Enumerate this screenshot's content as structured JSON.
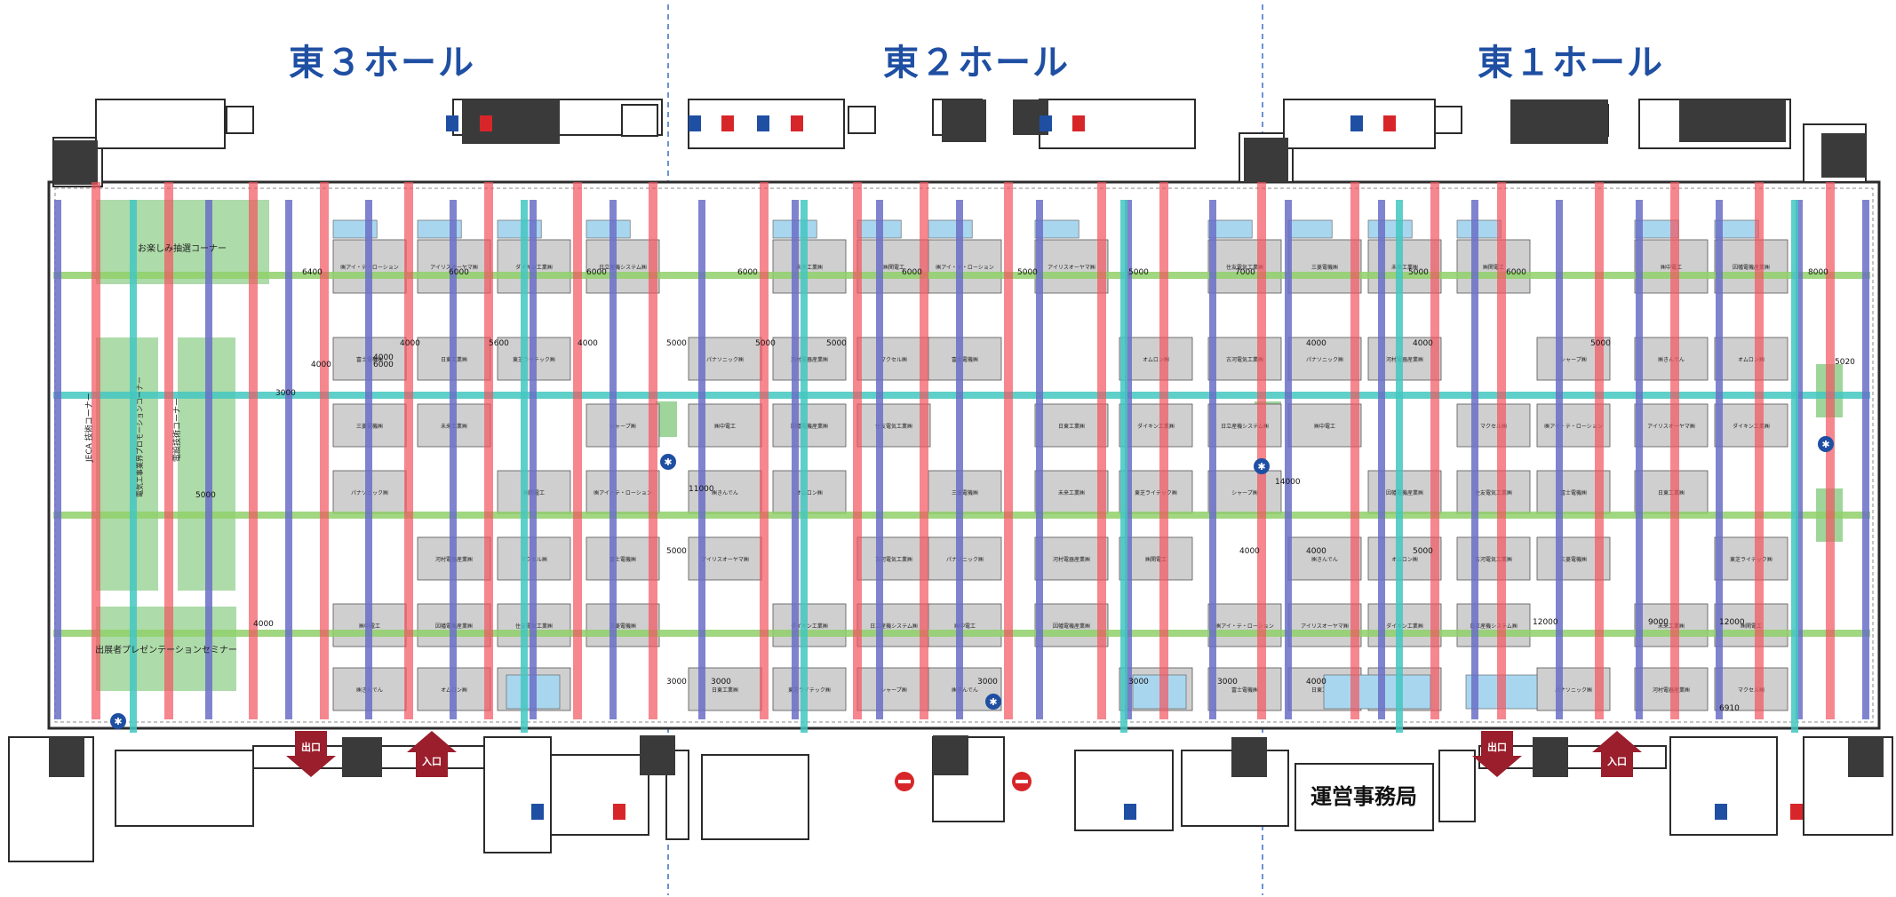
{
  "halls": [
    {
      "id": "east3",
      "title": "東３ホール"
    },
    {
      "id": "east2",
      "title": "東２ホール"
    },
    {
      "id": "east1",
      "title": "東１ホール"
    }
  ],
  "zones": {
    "corner_top": "お楽しみ抽選コーナー",
    "jca_tech": "JECA 技術コーナー",
    "ishikawa": "電設技術コーナー",
    "promo": "電気工事業界プロモーションコーナー",
    "presentation": "出展者プレゼンテーションセミナー"
  },
  "labels": {
    "exit": "出口",
    "entrance": "入口",
    "office": "運営事務局"
  },
  "dimensions": [
    "6400",
    "6000",
    "6000",
    "6000",
    "6000",
    "5000",
    "5000",
    "7000",
    "5000",
    "6000",
    "8000",
    "4000",
    "5600",
    "4000",
    "5000",
    "5000",
    "5000",
    "4000",
    "4000",
    "5000",
    "5020",
    "3000",
    "4000",
    "6000",
    "11000",
    "14000",
    "5000",
    "4000",
    "4000",
    "5000",
    "9000",
    "12000",
    "3000",
    "3000",
    "3000",
    "3000",
    "3000",
    "4000",
    "6910",
    "12000",
    "5000",
    "4000",
    "4000"
  ],
  "booths": [
    "㈱アイ・テ・ローション",
    "富士電機㈱",
    "三菱電機㈱",
    "パナソニック㈱",
    "㈱中電工",
    "㈱きんでん",
    "アイリスオーヤマ㈱",
    "日東工業㈱",
    "未来工業㈱",
    "河村電器産業㈱",
    "因幡電機産業㈱",
    "オムロン㈱",
    "ダイキン工業㈱",
    "東芝ライテック㈱",
    "㈱関電工",
    "マクセル㈱",
    "住友電気工業㈱",
    "古河電気工業㈱",
    "日立産機システム㈱",
    "シャープ㈱"
  ],
  "colors": {
    "title": "#1f4fa3",
    "red_lane": "#f2545f",
    "blue_lane": "#6a6ec7",
    "teal_lane": "#43c7c1",
    "green_lane": "#8fd06a",
    "booth": "#cfcfcf",
    "booth_blue": "#a9d6ef",
    "green_zone": "#9fd59a",
    "wall": "#2b2b2b",
    "exit_arrow": "#9a1e2c"
  }
}
